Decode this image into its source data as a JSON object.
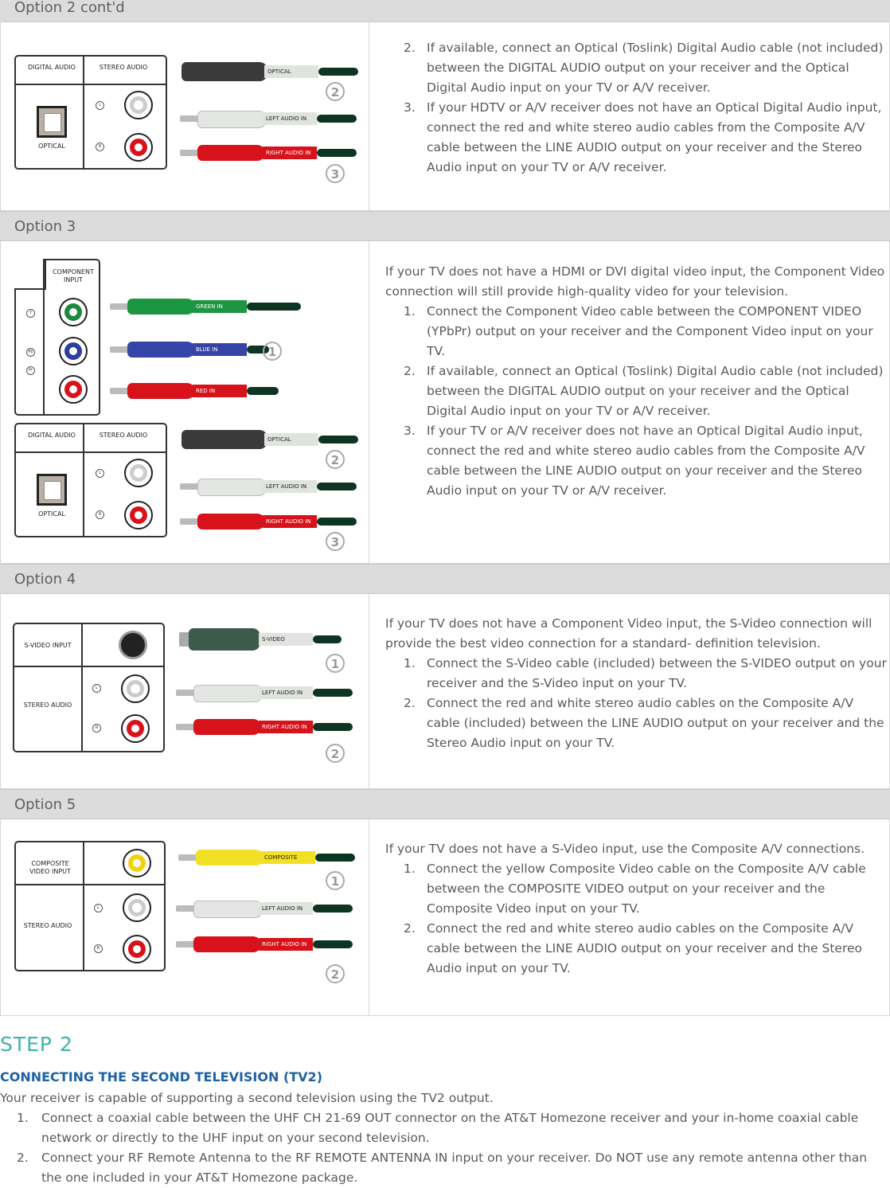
{
  "sections": {
    "opt2": {
      "title": "Option 2 cont'd",
      "steps": [
        {
          "num": "2.",
          "text": "If available, connect an Optical (Toslink) Digital Audio cable (not included) between the DIGITAL AUDIO output on your receiver and the Optical Digital Audio input on your TV or A/V receiver."
        },
        {
          "num": "3.",
          "text": "If your HDTV or A/V receiver does not have an Optical Digital Audio input, connect the red and white stereo audio cables from the Composite A/V cable between the LINE AUDIO output on your receiver and the Stereo Audio input on your TV or A/V receiver."
        }
      ]
    },
    "opt3": {
      "title": "Option 3",
      "intro": "If your TV does not have a HDMI or DVI digital video input, the Component Video connection will still provide high-quality video for your television.",
      "steps": [
        {
          "num": "1.",
          "text": "Connect the Component Video cable between the COMPONENT VIDEO (YPbPr) output on your receiver and the Component Video input on your TV."
        },
        {
          "num": "2.",
          "text": "If available, connect an Optical (Toslink) Digital Audio cable (not included) between the DIGITAL AUDIO output on your receiver and the Optical Digital Audio input on your TV or A/V receiver."
        },
        {
          "num": "3.",
          "text": "If your TV or A/V receiver does not have an Optical Digital Audio input, connect the red and white stereo audio cables from the Composite A/V cable between the LINE AUDIO output on your receiver and the Stereo Audio input on your TV or A/V receiver."
        }
      ]
    },
    "opt4": {
      "title": "Option 4",
      "intro": "If your TV does not have a Component Video input, the S-Video connection will provide the best video connection for a standard- definition television.",
      "steps": [
        {
          "num": "1.",
          "text": "Connect the S-Video cable (included) between the S-VIDEO output on your receiver and the S-Video input on your TV."
        },
        {
          "num": "2.",
          "text": "Connect the red and white stereo audio cables on the Composite A/V cable (included) between the LINE AUDIO output on your receiver and the Stereo Audio input on your TV."
        }
      ]
    },
    "opt5": {
      "title": "Option 5",
      "intro": "If your TV does not have a S-Video input, use the Composite A/V connections.",
      "steps": [
        {
          "num": "1.",
          "text": "Connect the yellow Composite Video cable on the Composite A/V cable between the COMPOSITE VIDEO output on your receiver and the Composite Video input on your TV."
        },
        {
          "num": "2.",
          "text": "Connect the red and white stereo audio cables on the Composite A/V cable between the LINE AUDIO output on your receiver and the Stereo Audio input on your TV."
        }
      ]
    }
  },
  "labels": {
    "digital_audio": "DIGITAL AUDIO",
    "stereo_audio": "STEREO AUDIO",
    "optical": "OPTICAL",
    "component_input": "COMPONENT INPUT",
    "svideo_input": "S-VIDEO INPUT",
    "composite_input": "COMPOSITE VIDEO INPUT",
    "l": "L",
    "r": "R",
    "y": "Y",
    "pb": "Pb",
    "pr": "Pr",
    "cab_optical": "OPTICAL",
    "cab_left": "LEFT AUDIO IN",
    "cab_right": "RIGHT AUDIO IN",
    "cab_green": "GREEN IN",
    "cab_blue": "BLUE IN",
    "cab_red": "RED IN",
    "cab_svideo": "S-VIDEO",
    "cab_composite": "COMPOSITE",
    "b1": "1",
    "b2": "2",
    "b3": "3"
  },
  "step2": {
    "title": "STEP 2",
    "heading": "CONNECTING THE SECOND TELEVISION (TV2)",
    "intro": "Your receiver is capable of supporting a second television using the TV2 output.",
    "steps": [
      {
        "num": "1.",
        "text": "Connect a coaxial cable between the UHF CH 21-69 OUT connector on the AT&T Homezone receiver and your in-home coaxial cable network or directly to the UHF input on your second television."
      },
      {
        "num": "2.",
        "text": "Connect your RF Remote Antenna to the RF REMOTE ANTENNA IN input on your receiver. Do NOT use any remote antenna other than the one included in your AT&T Homezone package."
      }
    ]
  },
  "colors": {
    "accent_step": "#3fb3ad",
    "accent_heading": "#1d62a6",
    "header_bg": "#dcdcdd"
  }
}
